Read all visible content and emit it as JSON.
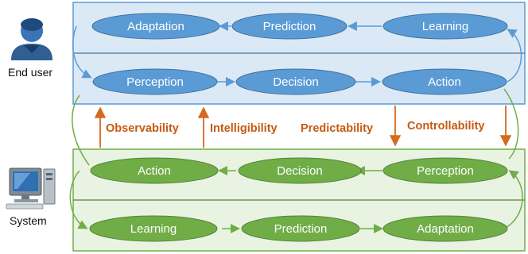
{
  "actors": {
    "user": "End user",
    "system": "System"
  },
  "user_top_row": [
    "Adaptation",
    "Prediction",
    "Learning"
  ],
  "user_bottom_row": [
    "Perception",
    "Decision",
    "Action"
  ],
  "system_top_row": [
    "Action",
    "Decision",
    "Perception"
  ],
  "system_bottom_row": [
    "Learning",
    "Prediction",
    "Adaptation"
  ],
  "properties": [
    "Observability",
    "Intelligibility",
    "Predictability",
    "Controllability"
  ],
  "colors": {
    "user_fill": "#bdd7ee",
    "user_node": "#5b9bd5",
    "user_border": "#41719c",
    "system_fill": "#e2efd9",
    "system_node": "#70ad47",
    "system_border": "#548235",
    "property_text": "#c55a11",
    "property_arrow": "#d56a1f"
  }
}
